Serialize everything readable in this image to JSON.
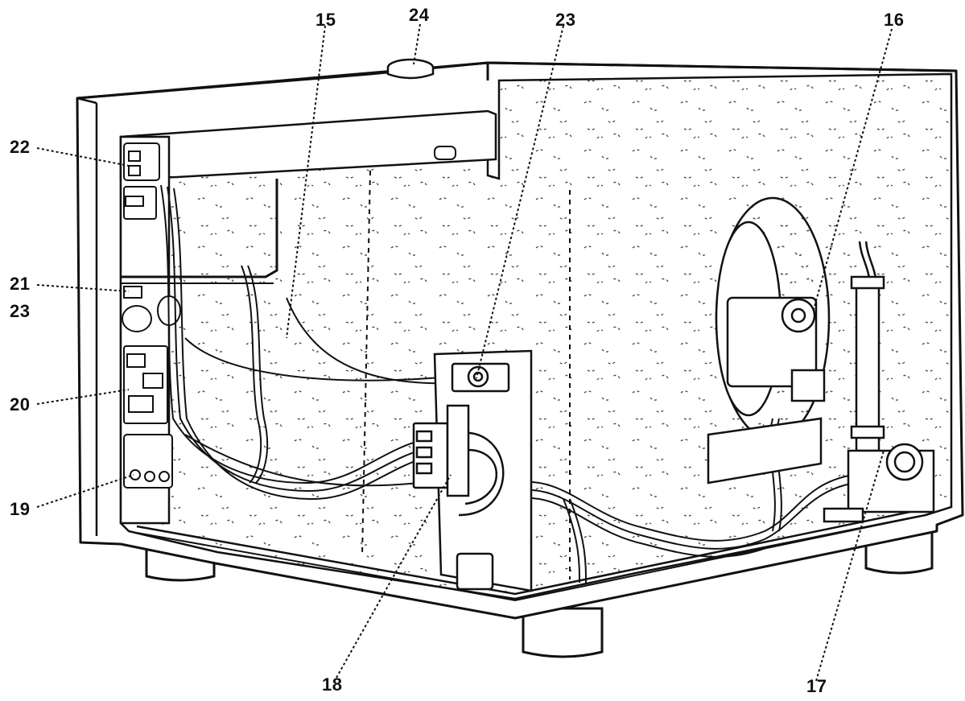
{
  "callouts": {
    "c15": "15",
    "c16": "16",
    "c17": "17",
    "c18": "18",
    "c19": "19",
    "c20": "20",
    "c21": "21",
    "c22": "22",
    "c23_top": "23",
    "c23_left": "23",
    "c24": "24"
  }
}
